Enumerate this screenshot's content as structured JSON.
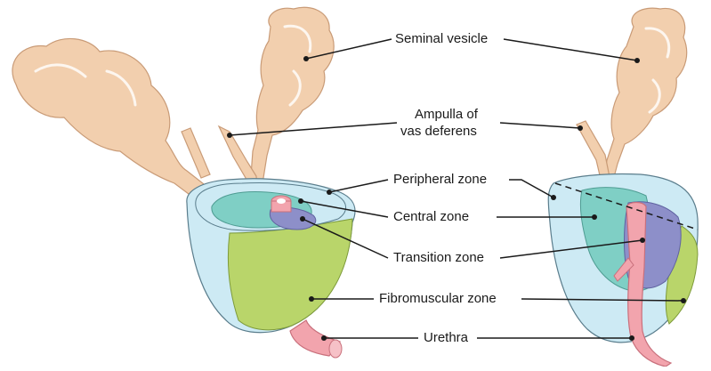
{
  "labels": {
    "seminal_vesicle": "Seminal vesicle",
    "ampulla_line1": "Ampulla of",
    "ampulla_line2": "vas deferens",
    "peripheral_zone": "Peripheral zone",
    "central_zone": "Central zone",
    "transition_zone": "Transition zone",
    "fibromuscular_zone": "Fibromuscular zone",
    "urethra": "Urethra"
  },
  "colors": {
    "seminal_vesicle": "#f2cfae",
    "peripheral_zone": "#cdeaf4",
    "central_zone": "#7fcfc5",
    "transition_zone": "#8d8fc9",
    "fibromuscular_zone": "#b9d56a",
    "urethra": "#f2a4ad",
    "outline": "#5a7d8c"
  }
}
